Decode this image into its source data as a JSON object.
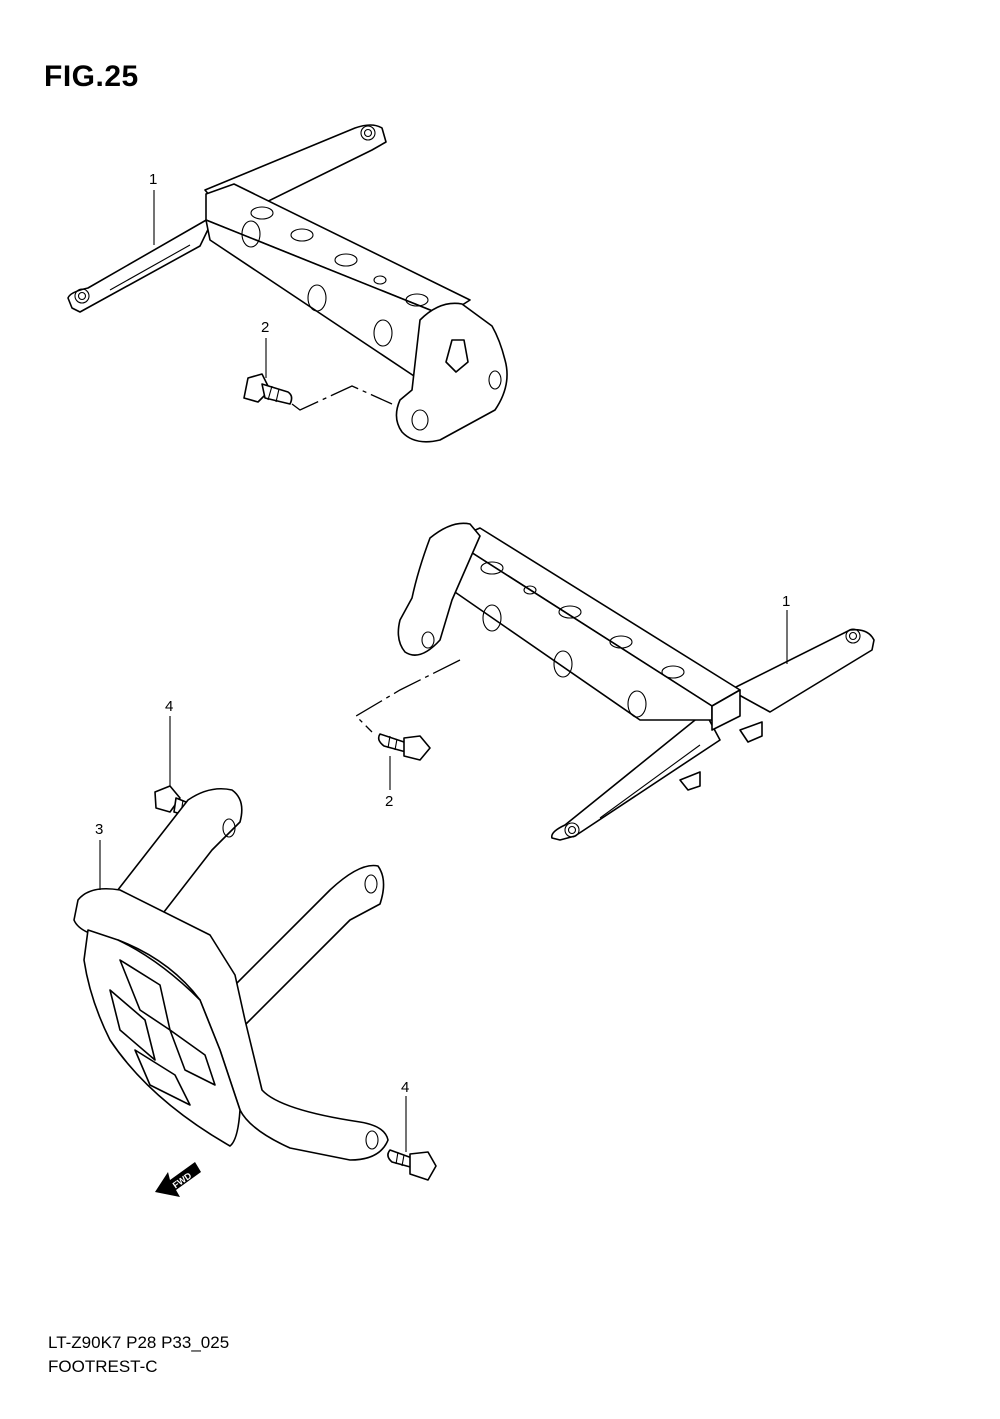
{
  "figure": {
    "title": "FIG.25",
    "model_code": "LT-Z90K7 P28 P33_025",
    "section_name": "FOOTREST-C"
  },
  "callouts": [
    {
      "id": "c1a",
      "label": "1"
    },
    {
      "id": "c2a",
      "label": "2"
    },
    {
      "id": "c1b",
      "label": "1"
    },
    {
      "id": "c2b",
      "label": "2"
    },
    {
      "id": "c4a",
      "label": "4"
    },
    {
      "id": "c3",
      "label": "3"
    },
    {
      "id": "c4b",
      "label": "4"
    }
  ],
  "direction_marker": {
    "label": "FWD"
  }
}
